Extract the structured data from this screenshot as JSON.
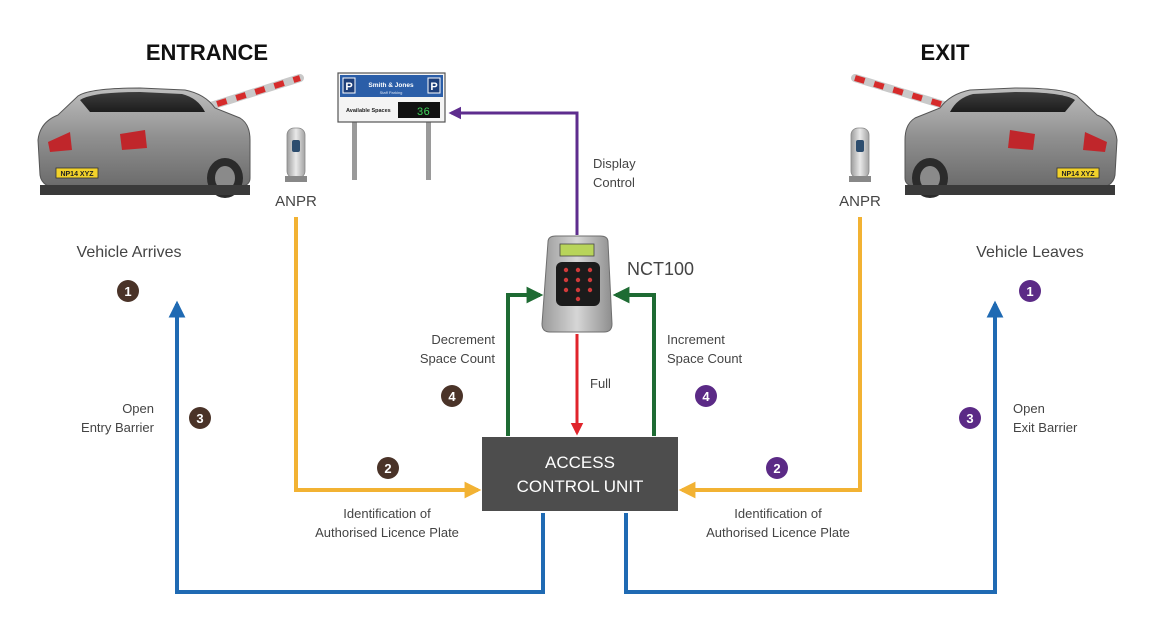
{
  "colors": {
    "entrance_step": "#4a3328",
    "exit_step": "#5b2a86",
    "yellow_flow": "#f2b233",
    "blue_flow": "#1f6ab3",
    "green_flow": "#1e6b33",
    "purple_flow": "#5e2d8e",
    "red_flow": "#e0242b",
    "unit_box": "#4d4d4d"
  },
  "headings": {
    "entrance": "ENTRANCE",
    "exit": "EXIT"
  },
  "sign": {
    "brand": "Smith & Jones",
    "subtitle": "Staff Parking",
    "available_label": "Available Spaces",
    "available_value": "36",
    "parking_glyph": "P"
  },
  "plates": {
    "left": "NP14 XYZ",
    "right": "NP14 XYZ"
  },
  "anpr": {
    "left": "ANPR",
    "right": "ANPR"
  },
  "vehicle": {
    "arrives": "Vehicle Arrives",
    "leaves": "Vehicle Leaves"
  },
  "controller": {
    "name": "NCT100"
  },
  "labels": {
    "display_control_1": "Display",
    "display_control_2": "Control",
    "decrement_1": "Decrement",
    "decrement_2": "Space Count",
    "increment_1": "Increment",
    "increment_2": "Space Count",
    "full": "Full",
    "open_entry_1": "Open",
    "open_entry_2": "Entry Barrier",
    "open_exit_1": "Open",
    "open_exit_2": "Exit Barrier",
    "id_left_1": "Identification of",
    "id_left_2": "Authorised Licence Plate",
    "id_right_1": "Identification of",
    "id_right_2": "Authorised Licence Plate"
  },
  "unit": {
    "line1": "ACCESS",
    "line2": "CONTROL UNIT"
  },
  "steps": {
    "entry_arrive": "1",
    "entry_identify": "2",
    "entry_open": "3",
    "entry_decrement": "4",
    "exit_leave": "1",
    "exit_identify": "2",
    "exit_open": "3",
    "exit_increment": "4"
  }
}
